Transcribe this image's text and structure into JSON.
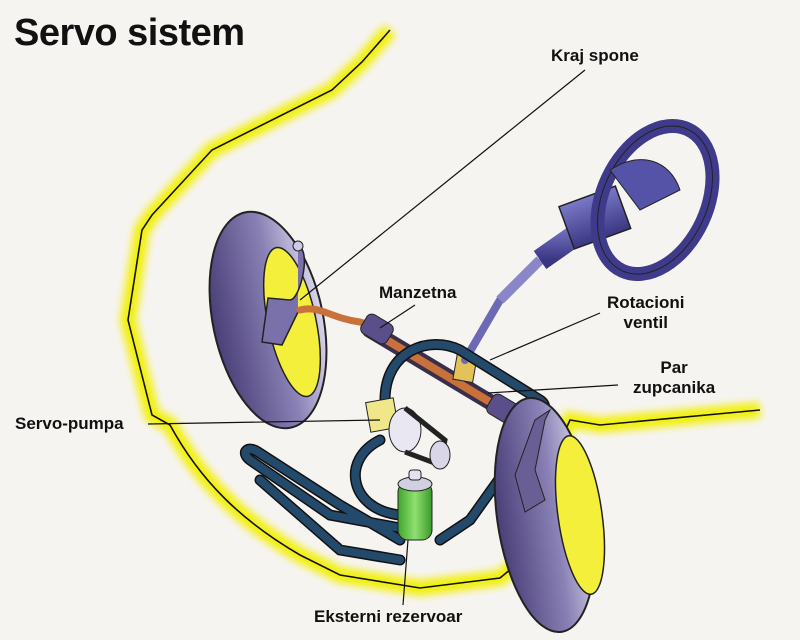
{
  "diagram": {
    "title": "Servo sistem",
    "labels": {
      "tie_rod_end": "Kraj spone",
      "boot": "Manzetna",
      "rotary_valve_line1": "Rotacioni",
      "rotary_valve_line2": "ventil",
      "gear_pair_line1": "Par",
      "gear_pair_line2": "zupcanika",
      "power_pump": "Servo-pumpa",
      "external_reservoir": "Eksterni rezervoar"
    },
    "colors": {
      "background": "#f6f4f0",
      "car_outline_glow": "#f2f000",
      "tire": "#6a5f94",
      "hose": "#234a6b",
      "steering_column": "#4d4a98",
      "rack_tube": "#c8713a",
      "reservoir": "#58c040",
      "label_text": "#111111"
    }
  }
}
